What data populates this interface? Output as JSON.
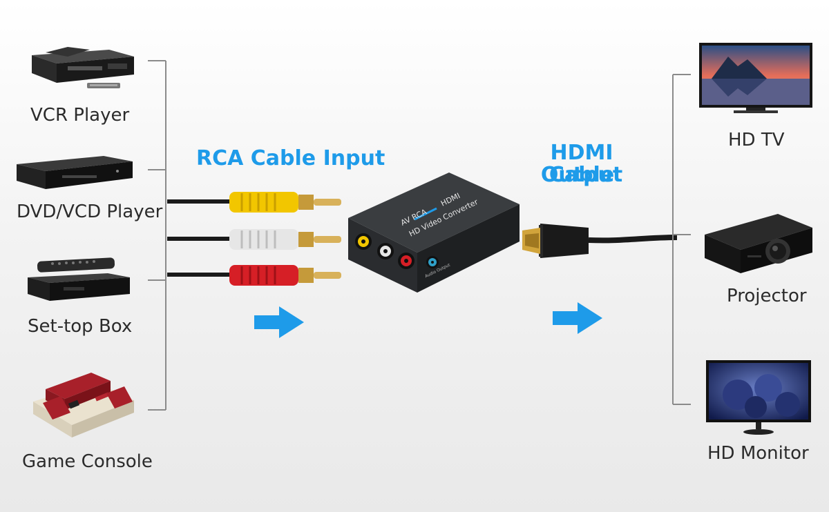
{
  "inputs": {
    "heading": "RCA Cable Input",
    "devices": [
      {
        "label": "VCR Player",
        "icon": "vcr-icon"
      },
      {
        "label": "DVD/VCD Player",
        "icon": "dvd-player-icon"
      },
      {
        "label": "Set-top Box",
        "icon": "set-top-box-icon"
      },
      {
        "label": "Game Console",
        "icon": "game-console-icon"
      }
    ]
  },
  "converter": {
    "line1": "AV RCA",
    "line1_right": "HDMI",
    "line2": "HD Video Converter",
    "audio_label": "Audio Output"
  },
  "outputs": {
    "heading_line1": "HDMI Cable",
    "heading_line2": "Output",
    "devices": [
      {
        "label": "HD TV",
        "icon": "tv-icon"
      },
      {
        "label": "Projector",
        "icon": "projector-icon"
      },
      {
        "label": "HD Monitor",
        "icon": "monitor-icon"
      }
    ]
  },
  "colors": {
    "accent": "#1e9be9",
    "rca_yellow": "#f2c600",
    "rca_white": "#e6e6e6",
    "rca_red": "#d61f26",
    "bracket": "#8a8a8a"
  }
}
